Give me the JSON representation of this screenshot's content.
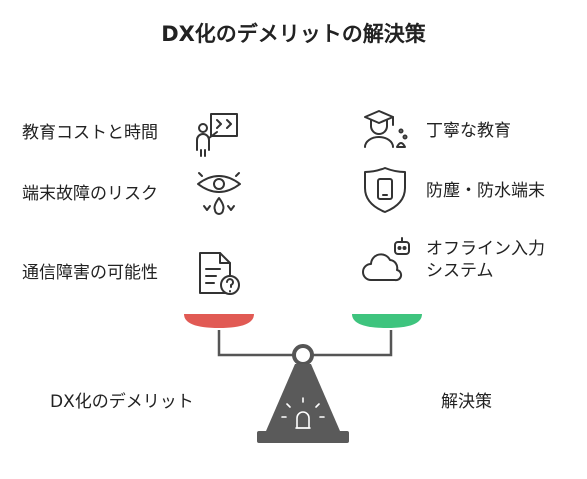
{
  "title": "DX化のデメリットの解決策",
  "demerits": {
    "label": "DX化のデメリット",
    "items": [
      {
        "text": "教育コストと時間",
        "icon": "teacher-whiteboard-icon"
      },
      {
        "text": "端末故障のリスク",
        "icon": "eye-droplets-icon"
      },
      {
        "text": "通信障害の可能性",
        "icon": "document-question-icon"
      }
    ],
    "color": "#e15a54"
  },
  "solutions": {
    "label": "解決策",
    "items": [
      {
        "text": "丁寧な教育",
        "icon": "graduate-student-icon"
      },
      {
        "text": "防塵・防水端末",
        "icon": "shield-phone-icon"
      },
      {
        "text_lines": [
          "オフライン入力",
          "システム"
        ],
        "icon": "cloud-robot-icon"
      }
    ],
    "color": "#3ec47e"
  },
  "scale": {
    "icon": "balance-scale-icon",
    "base_color": "#5a5a5a"
  }
}
